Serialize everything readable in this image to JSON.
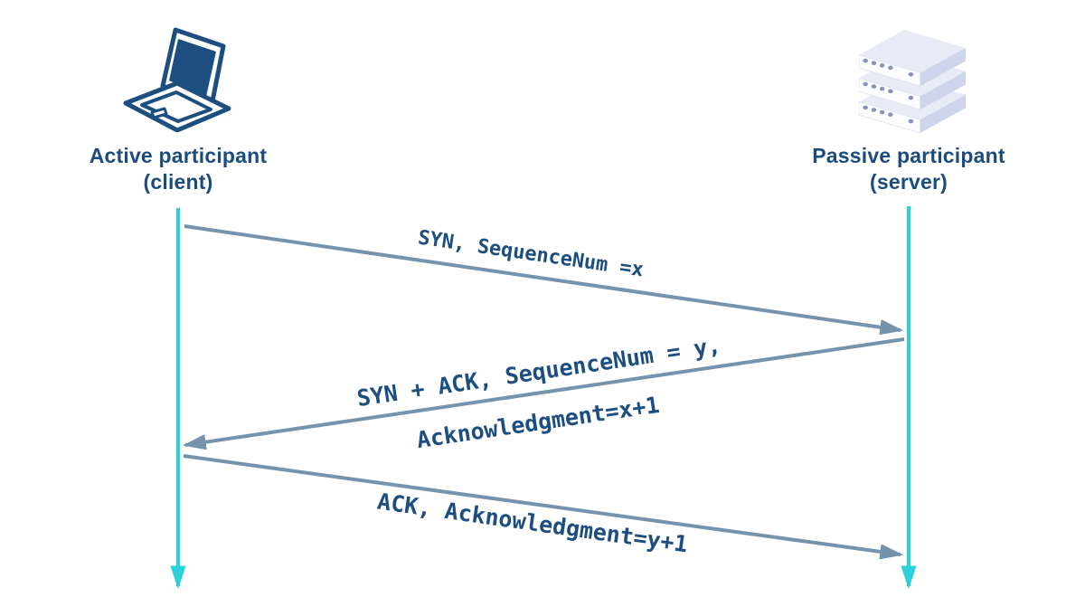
{
  "diagram": {
    "participants": [
      {
        "id": "client",
        "name": "Active participant",
        "role": "(client)",
        "icon": "laptop-icon"
      },
      {
        "id": "server",
        "name": "Passive participant",
        "role": "(server)",
        "icon": "server-stack-icon"
      }
    ],
    "messages": [
      {
        "from": "client",
        "to": "server",
        "label": "SYN, SequenceNum =x"
      },
      {
        "from": "server",
        "to": "client",
        "label": "SYN + ACK, SequenceNum = y,",
        "label_line2": "Acknowledgment=x+1"
      },
      {
        "from": "client",
        "to": "server",
        "label": "ACK, Acknowledgment=y+1"
      }
    ],
    "colors": {
      "lifeline": "#2bd1d8",
      "message_arrow": "#7593ad",
      "text": "#1b4c7e",
      "laptop_outline": "#1d4e80",
      "server_top_face": "#e8ebf6",
      "server_side_face": "#ced5ea",
      "server_front_face": "#fdfdff",
      "server_dots": "#8a93ba"
    }
  }
}
